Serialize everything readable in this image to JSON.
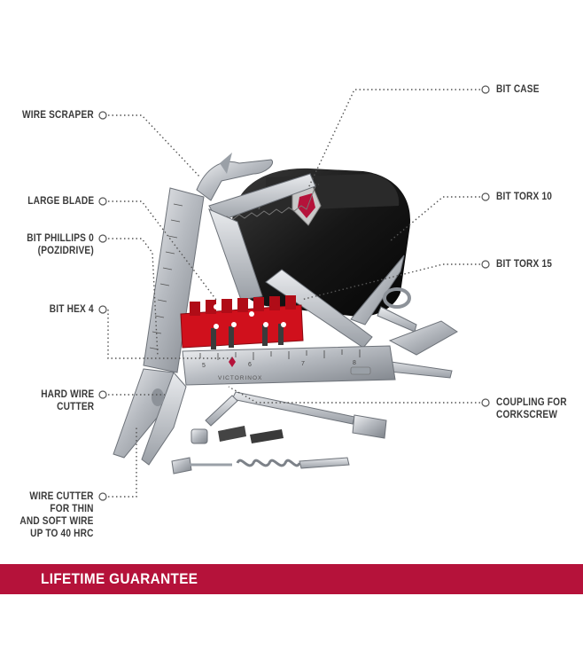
{
  "labels": {
    "wire_scraper": "WIRE SCRAPER",
    "large_blade": "LARGE BLADE",
    "bit_phillips_line1": "BIT PHILLIPS 0",
    "bit_phillips_line2": "(POZIDRIVE)",
    "bit_hex": "BIT HEX 4",
    "hard_wire_line1": "HARD WIRE",
    "hard_wire_line2": "CUTTER",
    "wire_cutter_line1": "WIRE CUTTER",
    "wire_cutter_line2": "FOR THIN",
    "wire_cutter_line3": "AND SOFT WIRE",
    "wire_cutter_line4": "UP TO 40 HRC",
    "bit_case": "BIT CASE",
    "bit_torx_10": "BIT TORX 10",
    "bit_torx_15": "BIT TORX 15",
    "coupling_line1": "COUPLING FOR",
    "coupling_line2": "CORKSCREW"
  },
  "tool": {
    "brand": "VICTORINOX",
    "ruler_numbers": [
      "5",
      "6",
      "7",
      "8"
    ]
  },
  "banner": {
    "text": "LIFETIME GUARANTEE"
  },
  "colors": {
    "banner": "#b5123a",
    "bit_case": "#d0101c",
    "leather": "#1b1b1b",
    "steel": "#c9ccd0"
  }
}
